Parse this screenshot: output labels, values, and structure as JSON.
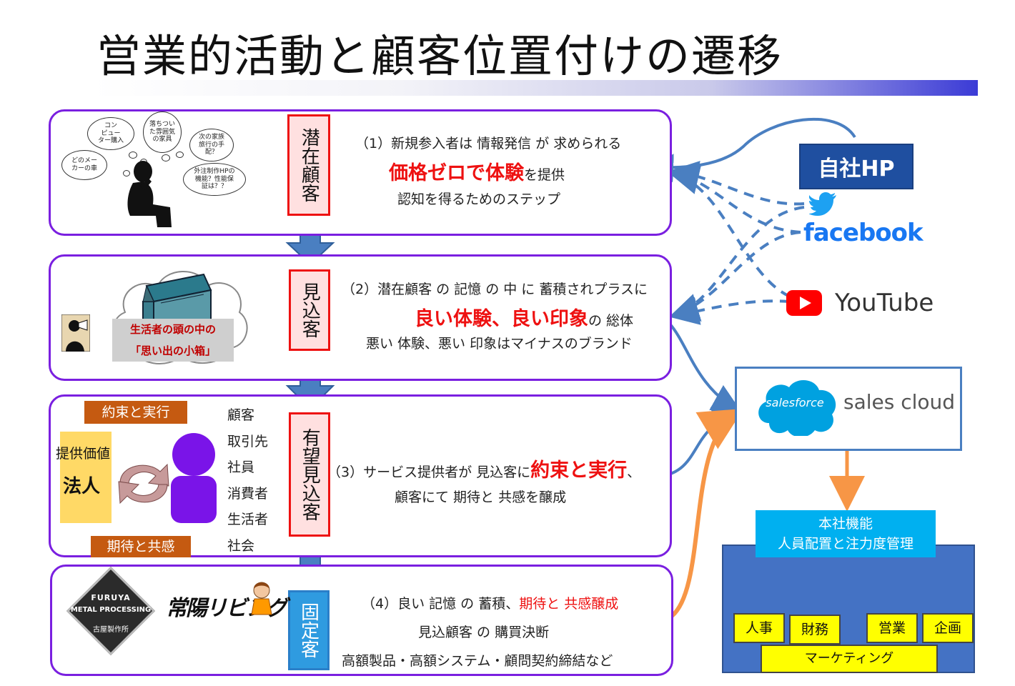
{
  "title": "営業的活動と顧客位置付けの遷移",
  "stages": [
    {
      "label": "潜在顧客",
      "line1": "（1）新規参入者は 情報発信 が 求められる",
      "highlight": "価格ゼロで体験",
      "highlight_suffix": "を提供",
      "line3": "認知を得るためのステップ"
    },
    {
      "label": "見込客",
      "line1": "（2）潜在顧客 の 記憶 の 中 に 蓄積されプラスに",
      "highlight": "良い体験、良い印象",
      "highlight_suffix": "の 総体",
      "line3": "悪い 体験、悪い 印象はマイナスのブランド",
      "box_caption_1": "生活者の頭の中の",
      "box_caption_2": "「思い出の小箱」"
    },
    {
      "label": "有望見込客",
      "line1_prefix": "（3）サービス提供者が 見込客に",
      "highlight": "約束と実行",
      "line1_suffix": "、",
      "line2": "顧客にて 期待と 共感を醸成",
      "tag_top": "約束と実行",
      "tag_bottom": "期待と共感",
      "value_label": "提供価値",
      "corp_label": "法人",
      "audience": [
        "顧客",
        "取引先",
        "社員",
        "消費者",
        "生活者",
        "社会"
      ]
    },
    {
      "label": "固定客",
      "line1_prefix": "（4）良い 記憶 の 蓄積、",
      "line1_highlight": "期待と 共感醸成",
      "line2": "見込顧客 の 購買決断",
      "line3": "高額製品・高額システム・顧問契約締結など",
      "logo1_line1": "FURUYA",
      "logo1_line2": "METAL PROCESSING",
      "logo1_line3": "古屋製作所",
      "logo2_text": "常陽リビング"
    }
  ],
  "thought_bubbles": [
    "コン\nピュー\nター購入",
    "落ちつい\nた雰囲気\nの家具",
    "次の家族\n旅行の手\n配？",
    "どのメー\nカーの車",
    "外注制作HPの\n機能？性能保\n証は？？"
  ],
  "channels": {
    "hp": "自社HP",
    "facebook": "facebook",
    "youtube": "YouTube"
  },
  "salesforce": {
    "badge": "salesforce",
    "product": "sales cloud"
  },
  "hq": {
    "line1": "本社機能",
    "line2": "人員配置と注力度管理",
    "departments": [
      "人事",
      "財務",
      "営業",
      "企画"
    ],
    "bottom": "マーケティング"
  },
  "colors": {
    "panel_border": "#7a1fe0",
    "label_red": "#ee1111",
    "arrow_blue": "#4a7fc1",
    "hq_cyan": "#00b0f0",
    "hq_blue": "#4472c4",
    "orange": "#f79646"
  }
}
